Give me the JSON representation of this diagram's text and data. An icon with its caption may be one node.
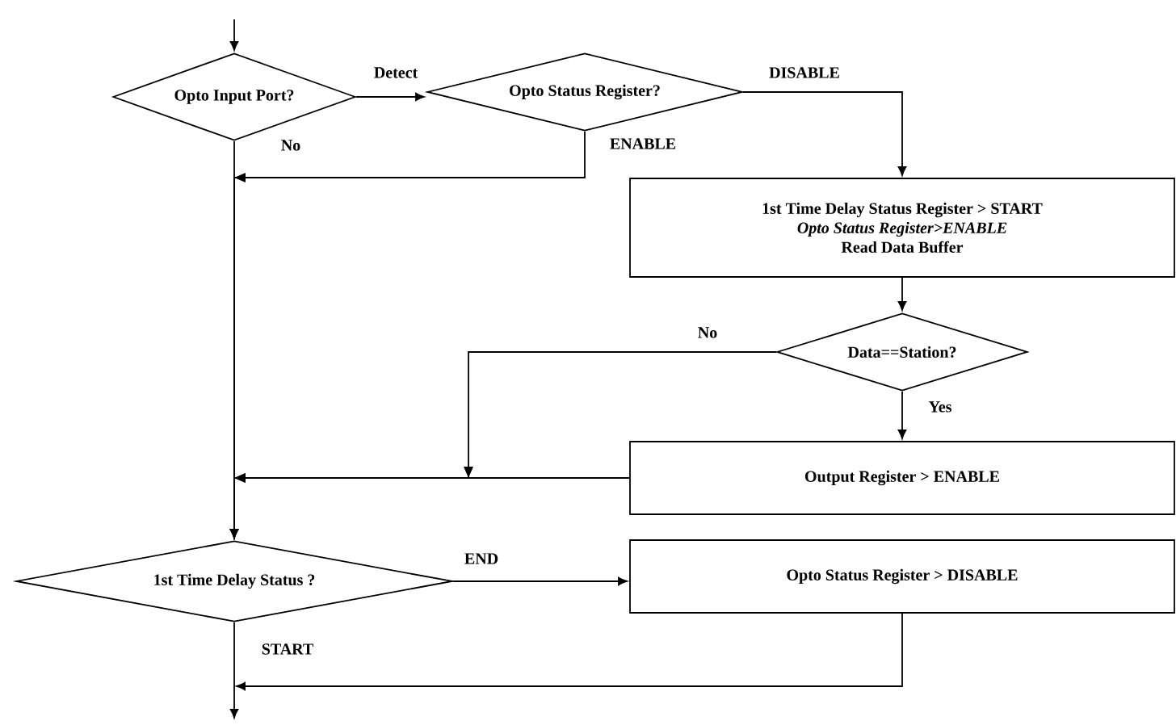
{
  "diagram": {
    "nodes": [
      {
        "text": [
          "Opto Input Port?"
        ]
      },
      {
        "text": [
          "Opto Status Register?"
        ]
      },
      {
        "text": [
          "1st Time Delay Status Register > START",
          "Opto Status Register>ENABLE",
          "Read Data Buffer"
        ]
      },
      {
        "text": [
          "Data==Station?"
        ]
      },
      {
        "text": [
          "Output Register > ENABLE"
        ]
      },
      {
        "text": [
          "1st Time Delay Status ?"
        ]
      },
      {
        "text": [
          "Opto Status Register > DISABLE"
        ]
      }
    ],
    "edges": [
      {
        "from": null,
        "to": 0,
        "arrow": "to"
      },
      {
        "from": 0,
        "to": 1,
        "arrow": "to",
        "label": "Detect"
      },
      {
        "from": 1,
        "to": 2,
        "arrow": "to",
        "label": "DISABLE"
      },
      {
        "from": 0,
        "to": 5,
        "arrow": "to",
        "label": "No"
      },
      {
        "from": 1,
        "to": 5,
        "arrow": "to",
        "label": "ENABLE"
      },
      {
        "from": 2,
        "to": 3,
        "arrow": "to"
      },
      {
        "from": 3,
        "to": 4,
        "arrow": "to",
        "label": "Yes"
      },
      {
        "from": 3,
        "to": 5,
        "arrow": "to",
        "label": "No"
      },
      {
        "from": 4,
        "to": 5,
        "arrow": "to"
      },
      {
        "from": 5,
        "to": 6,
        "arrow": "to",
        "label": "END"
      },
      {
        "from": 5,
        "to": null,
        "arrow": "to",
        "label": "START"
      },
      {
        "from": 6,
        "to": null,
        "arrow": "to"
      }
    ]
  }
}
